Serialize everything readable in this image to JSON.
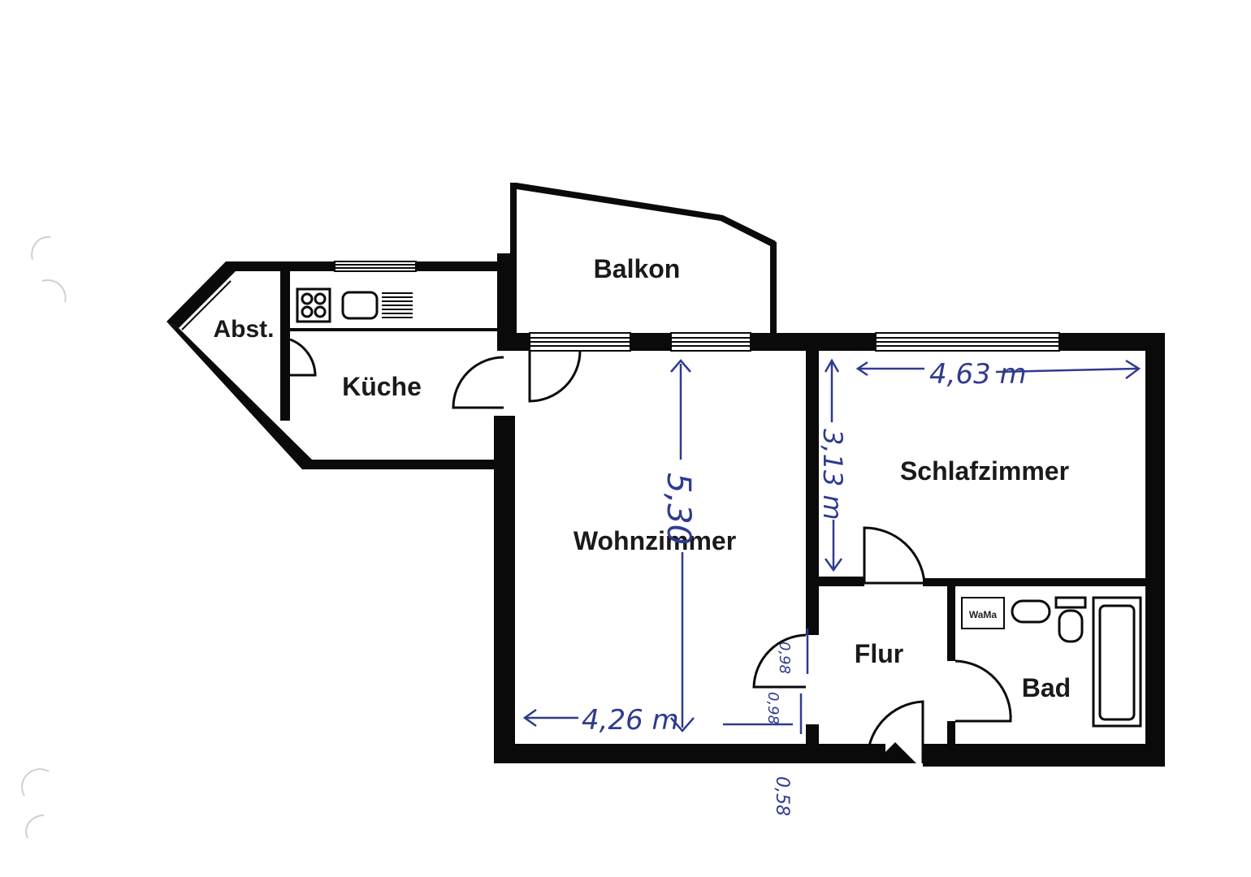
{
  "rooms": {
    "balkon": "Balkon",
    "abst": "Abst.",
    "kueche": "Küche",
    "wohnzimmer": "Wohnzimmer",
    "schlafzimmer": "Schlafzimmer",
    "flur": "Flur",
    "bad": "Bad"
  },
  "fixtures": {
    "wama": "WaMa"
  },
  "dimensions": {
    "wohnzimmer_height": "5,30",
    "wohnzimmer_width": "4,26 m",
    "schlafzimmer_width": "4,63 m",
    "schlafzimmer_height": "3,13 m",
    "door_a": "0,98",
    "door_b": "0,98",
    "door_c": "0,58"
  },
  "colors": {
    "wall": "#0a0a0a",
    "ink": "#2f3b8f"
  }
}
